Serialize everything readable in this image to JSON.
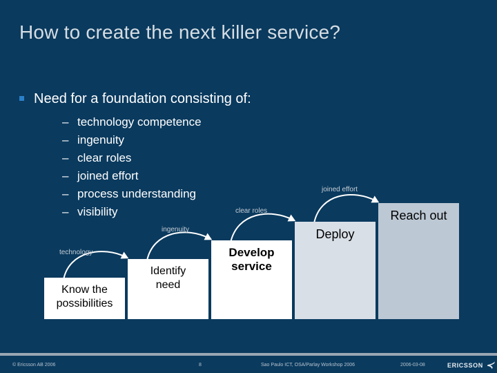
{
  "slide": {
    "title": "How to create the next killer service?",
    "background_color": "#0a3a5e",
    "title_color": "#d6dde3"
  },
  "bullets": {
    "level1": {
      "text": "Need for  a foundation consisting of:",
      "marker_color": "#2a7fc9"
    },
    "level2_marker": "–",
    "level2": [
      {
        "text": "technology competence"
      },
      {
        "text": "ingenuity"
      },
      {
        "text": "clear roles"
      },
      {
        "text": "joined effort"
      },
      {
        "text": "process understanding"
      },
      {
        "text": "visibility"
      }
    ]
  },
  "diagram": {
    "type": "staircase-process",
    "steps": [
      {
        "label": "Know the\npossibilities",
        "fill": "#ffffff"
      },
      {
        "label": "Identify\nneed",
        "fill": "#ffffff"
      },
      {
        "label": "Develop\nservice",
        "fill": "#ffffff"
      },
      {
        "label": "Deploy",
        "fill": "#d9dfe7"
      },
      {
        "label": "Reach out",
        "fill": "#bcc8d4"
      }
    ],
    "arrow_labels": [
      {
        "text": "technology"
      },
      {
        "text": "ingenuity"
      },
      {
        "text": "clear roles"
      },
      {
        "text": "joined effort"
      }
    ],
    "arrow_color": "#ffffff"
  },
  "footer": {
    "copyright": "© Ericsson AB 2006",
    "page_number": "8",
    "event": "Sao Paulo ICT, OSA/Parlay Workshop 2006",
    "date": "2006-03-08",
    "logo_text": "ERICSSON",
    "logo_mark": "≺",
    "rule_color": "#9aa7b4"
  }
}
